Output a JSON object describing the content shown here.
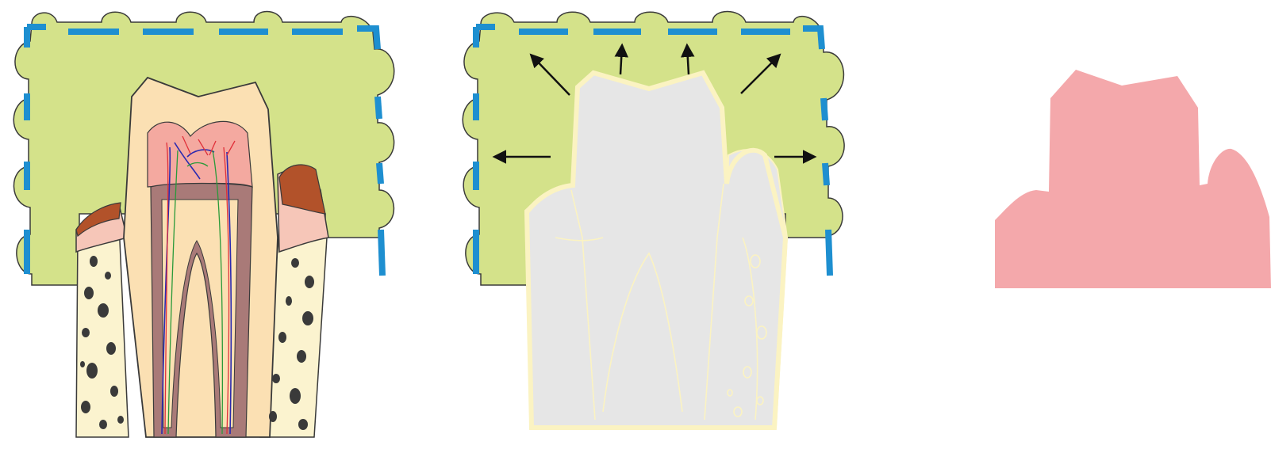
{
  "figure": {
    "panels": [
      {
        "id": "panel-1",
        "content": "tooth-in-bone-with-tray"
      },
      {
        "id": "panel-2",
        "content": "ghosted-tooth-with-expanding-tray"
      },
      {
        "id": "panel-3",
        "content": "impression-cast-silhouette"
      }
    ]
  },
  "colors": {
    "tray_fill": "#d4e28a",
    "tray_border": "#1e8fd0",
    "outline": "#3a3a3a",
    "bone": "#fbf3cf",
    "bone_spots": "#3a3a3a",
    "gum": "#f6c6b8",
    "enamel": "#fbe0b3",
    "dentin": "#fbe0b3",
    "pulp": "#f4a9a0",
    "root_canal": "#a97a78",
    "cementum": "#b2522a",
    "vessel_red": "#e0303a",
    "vessel_blue": "#2a2ab0",
    "vessel_green": "#2a9a3a",
    "ghost_fill": "#e6e6e6",
    "ghost_outline": "#fbf3c2",
    "cast": "#f4a8ab",
    "arrow": "#111111"
  },
  "icons": {
    "arrow": "arrow-icon"
  }
}
